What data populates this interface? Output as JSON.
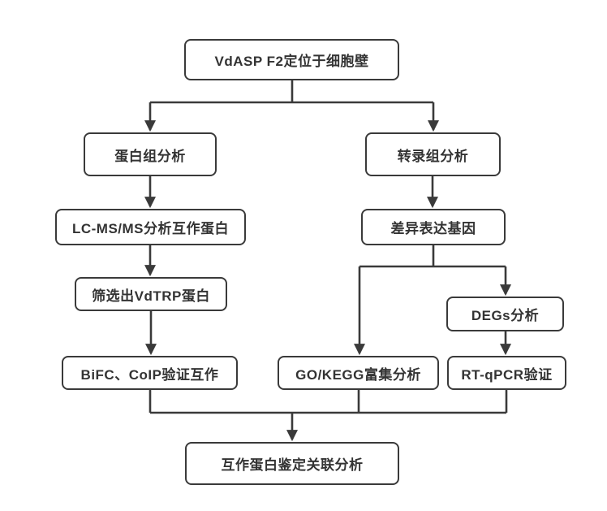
{
  "diagram": {
    "type": "flowchart",
    "colors": {
      "background": "#ffffff",
      "box_fill": "#ffffff",
      "stroke": "#3a3a3a",
      "text": "#333333"
    },
    "nodes": {
      "root": {
        "label": "VdASP F2定位于细胞壁"
      },
      "proteomics": {
        "label": "蛋白组分析"
      },
      "transcriptomics": {
        "label": "转录组分析"
      },
      "lcmsms": {
        "label": "LC-MS/MS分析互作蛋白"
      },
      "deg_genes": {
        "label": "差异表达基因"
      },
      "vdtrp": {
        "label": "筛选出VdTRP蛋白"
      },
      "degs_analysis": {
        "label": "DEGs分析"
      },
      "bifc_coip": {
        "label": "BiFC、CoIP验证互作"
      },
      "go_kegg": {
        "label": "GO/KEGG富集分析"
      },
      "rt_qpcr": {
        "label": "RT-qPCR验证"
      },
      "conclusion": {
        "label": "互作蛋白鉴定关联分析"
      }
    },
    "edges": [
      {
        "from": "root",
        "to": "proteomics"
      },
      {
        "from": "root",
        "to": "transcriptomics"
      },
      {
        "from": "proteomics",
        "to": "lcmsms"
      },
      {
        "from": "lcmsms",
        "to": "vdtrp"
      },
      {
        "from": "vdtrp",
        "to": "bifc_coip"
      },
      {
        "from": "transcriptomics",
        "to": "deg_genes"
      },
      {
        "from": "deg_genes",
        "to": "go_kegg"
      },
      {
        "from": "deg_genes",
        "to": "degs_analysis"
      },
      {
        "from": "degs_analysis",
        "to": "rt_qpcr"
      },
      {
        "from": "bifc_coip",
        "to": "conclusion"
      },
      {
        "from": "go_kegg",
        "to": "conclusion"
      },
      {
        "from": "rt_qpcr",
        "to": "conclusion"
      }
    ]
  }
}
